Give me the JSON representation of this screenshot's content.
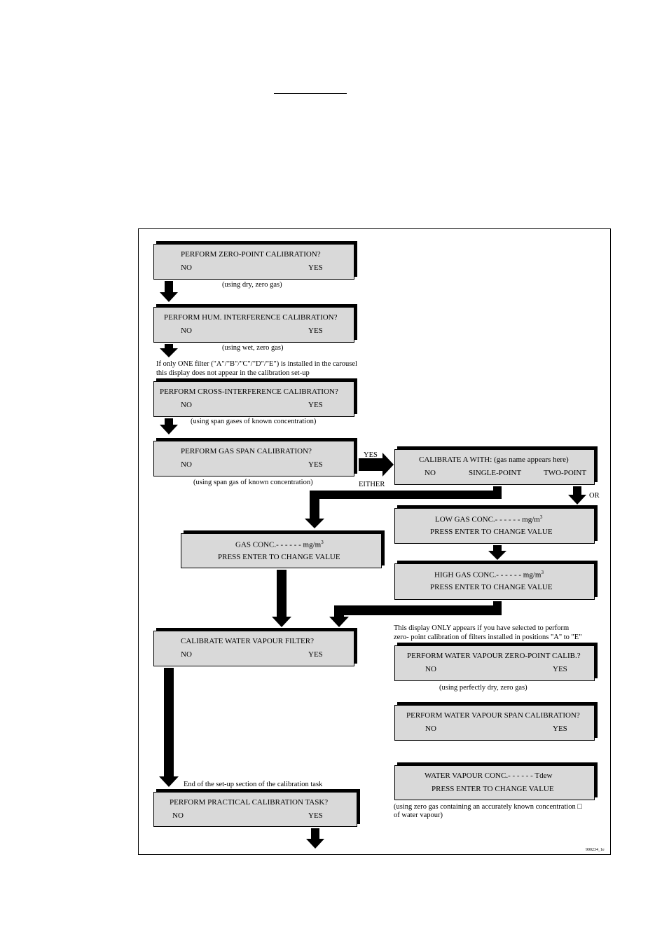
{
  "figure_code": "900234_1e",
  "labels": {
    "dry_zero": "(using dry, zero gas)",
    "wet_zero": "(using wet, zero gas)",
    "filter_note_1": "If only ONE filter (\"A\"/\"B\"/\"C\"/\"D\"/\"E\") is installed in the carousel",
    "filter_note_2": "this display does not appear in the calibration set-up",
    "span_gases": "(using span gases of known concentration)",
    "span_gas": "(using span gas of known concentration)",
    "yes": "YES",
    "either": "EITHER",
    "or": "OR",
    "wv_note_1": "This display ONLY appears if you have selected to perform",
    "wv_note_2": "zero- point calibration of filters installed in positions \"A\" to \"E\"",
    "perfectly_dry": "(using perfectly dry, zero gas)",
    "end_setup": "End of the set-up section of the calibration task",
    "zero_gas_wv_1": "(using zero gas containing an accurately known concentration □",
    "zero_gas_wv_2": "of water vapour)"
  },
  "boxes": {
    "zero_point": {
      "question": "PERFORM   ZERO-POINT  CALIBRATION?",
      "no": "NO",
      "yes": "YES"
    },
    "hum_interference": {
      "question": "PERFORM   HUM. INTERFERENCE  CALIBRATION?",
      "no": "NO",
      "yes": "YES"
    },
    "cross_interference": {
      "question": "PERFORM   CROSS-INTERFERENCE  CALIBRATION?",
      "no": "NO",
      "yes": "YES"
    },
    "gas_span": {
      "question": "PERFORM   GAS   SPAN   CALIBRATION?",
      "no": "NO",
      "yes": "YES"
    },
    "calibrate_with": {
      "question": "CALIBRATE A WITH:   (gas name appears here)",
      "no": "NO",
      "single": "SINGLE-POINT",
      "two": "TWO-POINT"
    },
    "low_gas": {
      "text": "LOW   GAS   CONC.- - - - - - mg/m",
      "sup": "3",
      "press": "PRESS ENTER TO CHANGE VALUE"
    },
    "gas_conc": {
      "text": "GAS  CONC.- - - - - - mg/m",
      "sup": "3",
      "press": "PRESS ENTER TO CHANGE VALUE"
    },
    "high_gas": {
      "text": "HIGH   GAS   CONC.- - - - - - mg/m",
      "sup": "3",
      "press": "PRESS ENTER TO CHANGE VALUE"
    },
    "water_vapour_filter": {
      "question": "CALIBRATE   WATER VAPOUR   FILTER?",
      "no": "NO",
      "yes": "YES"
    },
    "wv_zero": {
      "question": "PERFORM WATER VAPOUR ZERO-POINT CALIB.?",
      "no": "NO",
      "yes": "YES"
    },
    "wv_span": {
      "question": "PERFORM WATER VAPOUR SPAN CALIBRATION?",
      "no": "NO",
      "yes": "YES"
    },
    "wv_conc": {
      "text": "WATER VAPOUR   CONC.- - - - - - Tdew",
      "press": "PRESS ENTER TO CHANGE VALUE"
    },
    "practical": {
      "question": "PERFORM   PRACTICAL   CALIBRATION   TASK?",
      "no": "NO",
      "yes": "YES"
    }
  }
}
